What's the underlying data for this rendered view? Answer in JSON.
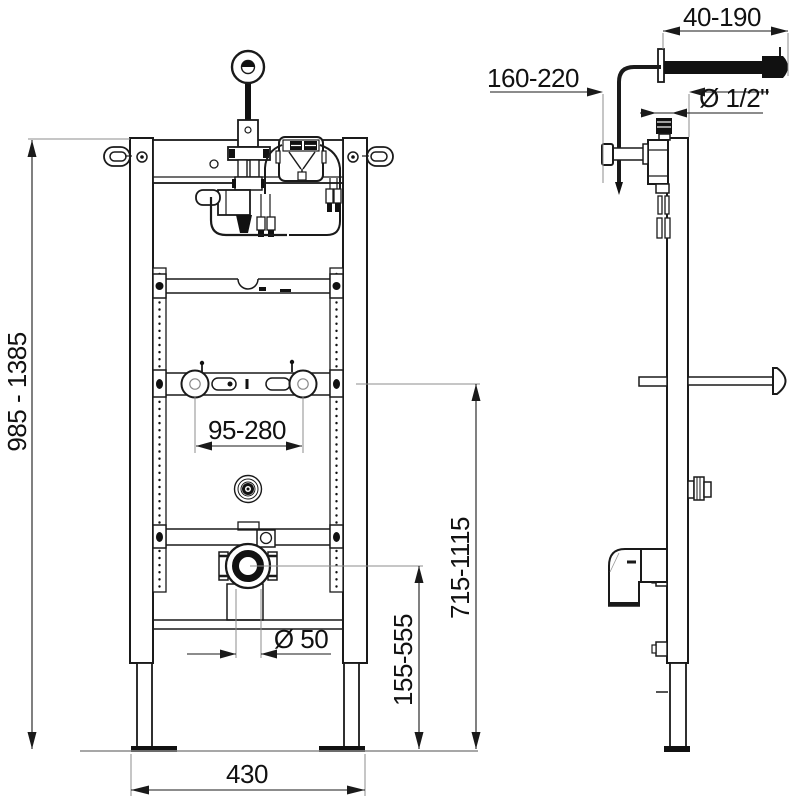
{
  "dimensions": {
    "front": {
      "overall_height": "985 - 1385",
      "fixing_centers": "95-280",
      "outlet_diameter": "Ø 50",
      "outlet_height_range": "155-555",
      "support_height_range": "715-1115",
      "frame_width": "430"
    },
    "side": {
      "pushrod_range": "40-190",
      "wall_clearance": "160-220",
      "water_inlet": "Ø 1/2\""
    }
  },
  "colors": {
    "line": "#1a1a1a",
    "dimension": "#1a1a1a",
    "extension": "#8c8c8c",
    "background": "#ffffff"
  }
}
